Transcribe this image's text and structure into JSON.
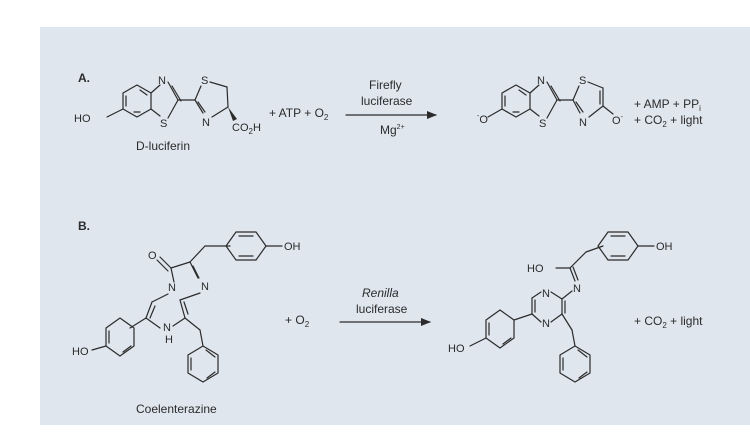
{
  "panel_a": {
    "label": "A.",
    "reactant_name": "D-luciferin",
    "plus_atp": "+ ATP + O",
    "o2_sub": "2",
    "enzyme_line1": "Firefly",
    "enzyme_line2": "luciferase",
    "cofactor": "Mg",
    "cofactor_sup": "2+",
    "product_line1": "+ AMP + PP",
    "product_line1_sub": "i",
    "product_line2": "+ CO",
    "product_line2_sub": "2",
    "product_line2_tail": " + light"
  },
  "panel_b": {
    "label": "B.",
    "reactant_name": "Coelenterazine",
    "plus_o2": "+ O",
    "o2_sub": "2",
    "enzyme_line1": "Renilla",
    "enzyme_line2": "luciferase",
    "product": "+ CO",
    "product_sub": "2",
    "product_tail": " + light"
  },
  "atoms": {
    "n": "N",
    "s": "S",
    "o": "O",
    "ho": "HO",
    "oh": "OH",
    "h": "H",
    "co2h": "CO",
    "co2h_sub": "2",
    "co2h_tail": "H",
    "o_minus": "O",
    "minus": "-"
  },
  "colors": {
    "panel": "#dfe6ee",
    "ink": "#2b2b2b"
  }
}
